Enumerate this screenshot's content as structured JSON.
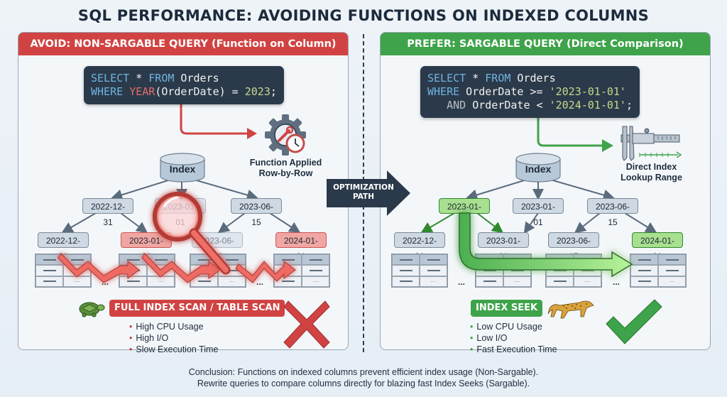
{
  "title": "SQL PERFORMANCE: AVOIDING FUNCTIONS ON INDEXED COLUMNS",
  "colors": {
    "avoid": "#d14343",
    "prefer": "#3ea34a",
    "code_bg": "#2b3a4a",
    "node": "#cfd9e3"
  },
  "left": {
    "header": "AVOID: NON-SARGABLE QUERY (Function on Column)",
    "code": {
      "line1": {
        "kw1": "SELECT",
        "star": " * ",
        "kw2": "FROM",
        "table": " Orders"
      },
      "line2": {
        "kw": "WHERE",
        "fn": "YEAR",
        "arg": "(OrderDate)",
        "op": " = ",
        "num": "2023",
        "end": ";"
      }
    },
    "note_line1": "Function Applied",
    "note_line2": "Row-by-Row",
    "note_icon": "gear-wrench-clock-icon",
    "index_label": "Index",
    "level1": [
      "2022-12-31",
      "2023-01-01",
      "2023-06-15"
    ],
    "level2": [
      "2022-12-31",
      "2023-01-01",
      "2023-06-15",
      "2024-01-01"
    ],
    "ellipsis": "...",
    "cell_ellipsis": "···",
    "result": "FULL INDEX SCAN / TABLE SCAN",
    "result_icon": "turtle-icon",
    "verdict_icon": "x-mark-icon",
    "bullets": [
      "High CPU Usage",
      "High I/O",
      "Slow Execution Time"
    ]
  },
  "right": {
    "header": "PREFER: SARGABLE QUERY (Direct Comparison)",
    "code": {
      "line1": {
        "kw1": "SELECT",
        "star": " * ",
        "kw2": "FROM",
        "table": " Orders"
      },
      "line2": {
        "kw": "WHERE",
        "col": " OrderDate",
        "op": " >= ",
        "str": "'2023-01-01'"
      },
      "line3": {
        "kw": "AND",
        "col": " OrderDate",
        "op": " < ",
        "str": "'2024-01-01'",
        "end": ";"
      }
    },
    "note_line1": "Direct Index",
    "note_line2": "Lookup Range",
    "note_icon": "caliper-icon",
    "index_label": "Index",
    "level1": [
      "2023-01-01",
      "2023-01-01",
      "2023-06-15"
    ],
    "level2": [
      "2022-12-31",
      "2023-01-01",
      "2023-06-15",
      "2024-01-01"
    ],
    "ellipsis": "...",
    "cell_ellipsis": "···",
    "result": "INDEX SEEK",
    "result_icon": "cheetah-icon",
    "verdict_icon": "check-mark-icon",
    "bullets": [
      "Low CPU Usage",
      "Low I/O",
      "Fast Execution Time"
    ]
  },
  "center": {
    "arrow_line1": "OPTIMIZATION",
    "arrow_line2": "PATH"
  },
  "conclusion": {
    "line1": "Conclusion: Functions on indexed columns prevent efficient index usage (Non-Sargable).",
    "line2": "Rewrite queries to compare columns directly for blazing fast Index Seeks (Sargable)."
  }
}
